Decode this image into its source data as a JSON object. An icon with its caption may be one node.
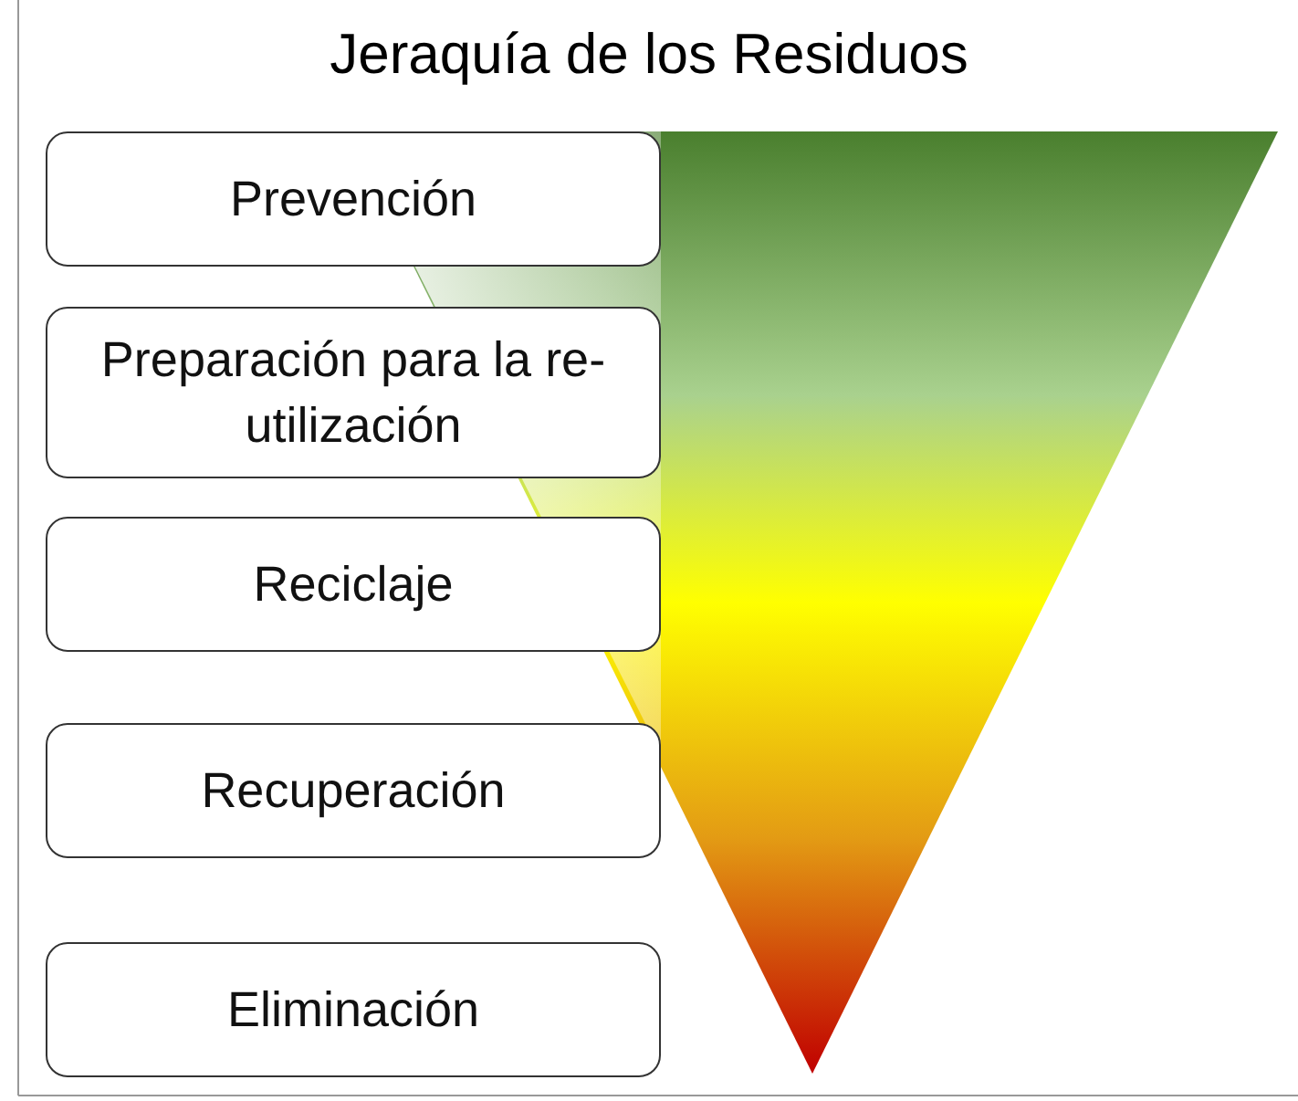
{
  "diagram": {
    "title": "Jeraquía de los Residuos",
    "nodes": [
      {
        "text": [
          "Prevención"
        ]
      },
      {
        "text": [
          "Preparación para la re-utilización"
        ]
      },
      {
        "text": [
          "Reciclaje"
        ]
      },
      {
        "text": [
          "Recuperación"
        ]
      },
      {
        "text": [
          "Eliminación"
        ]
      }
    ],
    "edges": []
  }
}
